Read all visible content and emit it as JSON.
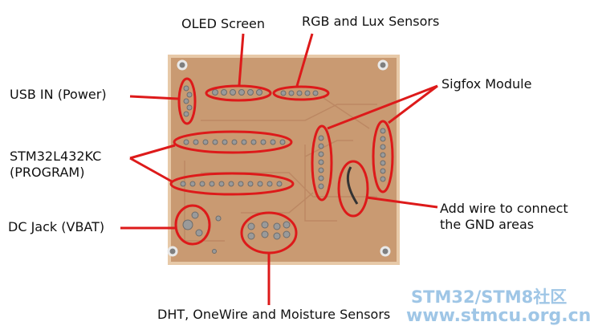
{
  "labels": {
    "oled": "OLED Screen",
    "rgb_lux": "RGB and Lux Sensors",
    "usb": "USB IN (Power)",
    "sigfox": "Sigfox Module",
    "stm32_line1": "STM32L432KC",
    "stm32_line2": "(PROGRAM)",
    "dc_jack": "DC Jack (VBAT)",
    "add_wire_line1": "Add wire to connect",
    "add_wire_line2": "the GND areas",
    "sensors": "DHT, OneWire and Moisture Sensors"
  },
  "watermark": {
    "line1": "STM32/STM8社区",
    "line2": "www.stmcu.org.cn"
  },
  "colors": {
    "board": "#c99a72",
    "board_edge": "#e7c9a8",
    "copper_trace": "#b98460",
    "solder": "#9a9a9a",
    "annotation": "#dd1a1a",
    "watermark": "#9fc6e6"
  }
}
